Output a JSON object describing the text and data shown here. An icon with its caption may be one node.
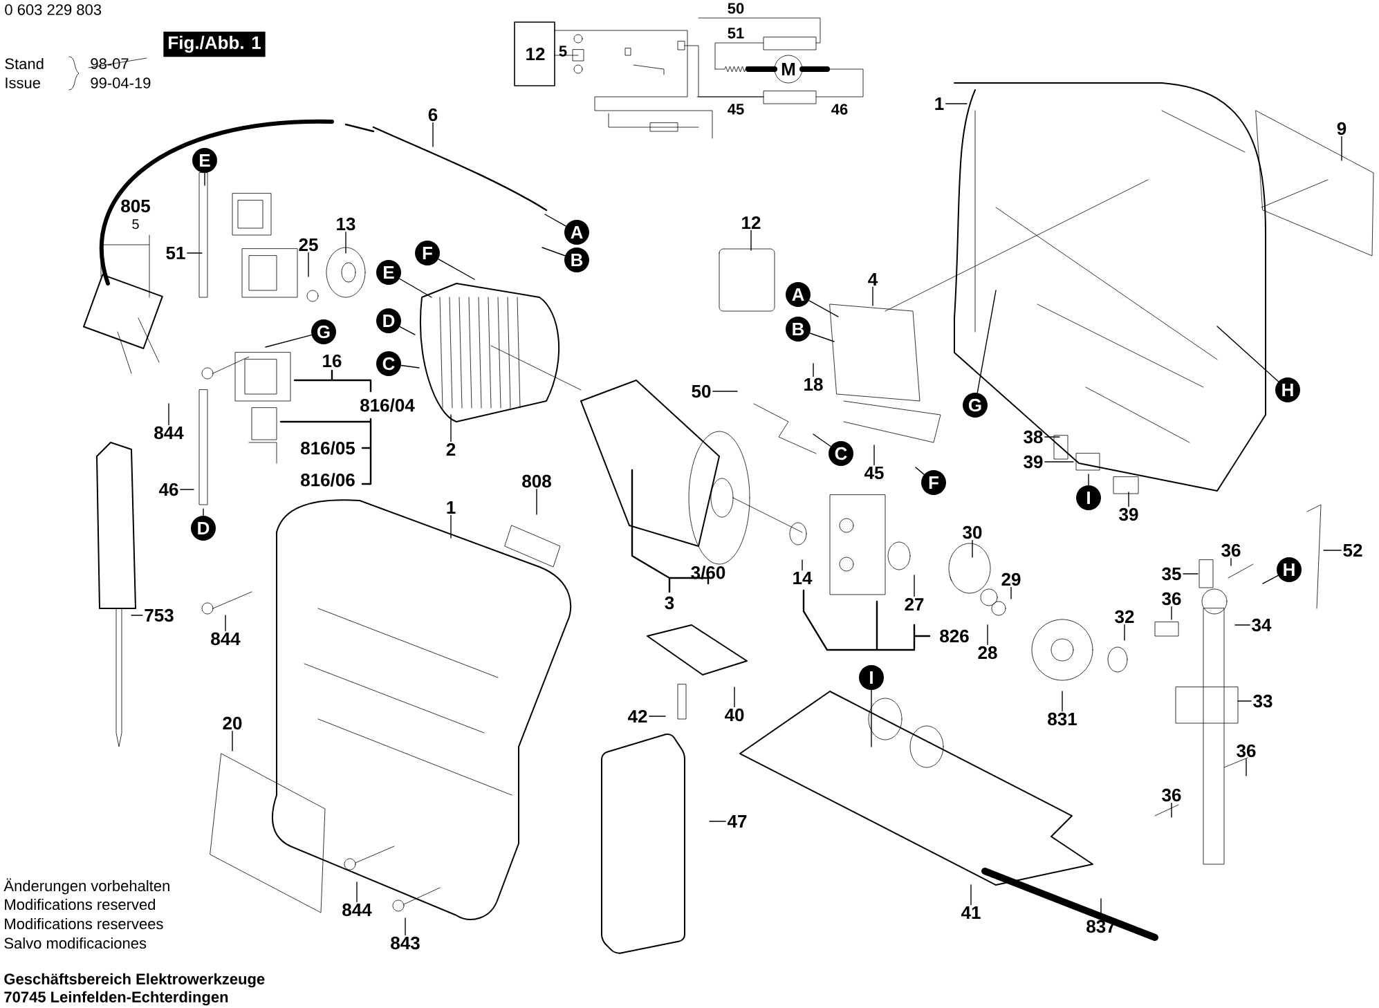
{
  "diagram": {
    "nodes": [
      {
        "text": [
          "Fig./Abb. 1"
        ]
      },
      {
        "text": [
          "12"
        ]
      },
      {
        "text": [
          "M"
        ]
      },
      {
        "text": [
          "6"
        ]
      },
      {
        "text": [
          "A"
        ]
      },
      {
        "text": [
          "B"
        ]
      },
      {
        "text": [
          "805",
          "5"
        ]
      },
      {
        "text": [
          "51"
        ]
      },
      {
        "text": [
          "E"
        ]
      },
      {
        "text": [
          "25"
        ]
      },
      {
        "text": [
          "13"
        ]
      },
      {
        "text": [
          "E"
        ]
      },
      {
        "text": [
          "F"
        ]
      },
      {
        "text": [
          "D"
        ]
      },
      {
        "text": [
          "C"
        ]
      },
      {
        "text": [
          "G"
        ]
      },
      {
        "text": [
          "16"
        ]
      },
      {
        "text": [
          "816/04"
        ]
      },
      {
        "text": [
          "816/05"
        ]
      },
      {
        "text": [
          "816/06"
        ]
      },
      {
        "text": [
          "844"
        ]
      },
      {
        "text": [
          "46"
        ]
      },
      {
        "text": [
          "D"
        ]
      },
      {
        "text": [
          "2"
        ]
      },
      {
        "text": [
          "808"
        ]
      },
      {
        "text": [
          "1"
        ]
      },
      {
        "text": [
          "753"
        ]
      },
      {
        "text": [
          "844"
        ]
      },
      {
        "text": [
          "20"
        ]
      },
      {
        "text": [
          "844"
        ]
      },
      {
        "text": [
          "843"
        ]
      },
      {
        "text": [
          "1"
        ]
      },
      {
        "text": [
          "9"
        ]
      },
      {
        "text": [
          "12"
        ]
      },
      {
        "text": [
          "4"
        ]
      },
      {
        "text": [
          "A"
        ]
      },
      {
        "text": [
          "B"
        ]
      },
      {
        "text": [
          "18"
        ]
      },
      {
        "text": [
          "50"
        ]
      },
      {
        "text": [
          "G"
        ]
      },
      {
        "text": [
          "H"
        ]
      },
      {
        "text": [
          "C"
        ]
      },
      {
        "text": [
          "45"
        ]
      },
      {
        "text": [
          "F"
        ]
      },
      {
        "text": [
          "38"
        ]
      },
      {
        "text": [
          "39"
        ]
      },
      {
        "text": [
          "I"
        ]
      },
      {
        "text": [
          "39"
        ]
      },
      {
        "text": [
          "52"
        ]
      },
      {
        "text": [
          "30"
        ]
      },
      {
        "text": [
          "29"
        ]
      },
      {
        "text": [
          "35"
        ]
      },
      {
        "text": [
          "36"
        ]
      },
      {
        "text": [
          "H"
        ]
      },
      {
        "text": [
          "36"
        ]
      },
      {
        "text": [
          "34"
        ]
      },
      {
        "text": [
          "3/60"
        ]
      },
      {
        "text": [
          "3"
        ]
      },
      {
        "text": [
          "14"
        ]
      },
      {
        "text": [
          "27"
        ]
      },
      {
        "text": [
          "826"
        ]
      },
      {
        "text": [
          "28"
        ]
      },
      {
        "text": [
          "32"
        ]
      },
      {
        "text": [
          "831"
        ]
      },
      {
        "text": [
          "33"
        ]
      },
      {
        "text": [
          "36"
        ]
      },
      {
        "text": [
          "36"
        ]
      },
      {
        "text": [
          "I"
        ]
      },
      {
        "text": [
          "40"
        ]
      },
      {
        "text": [
          "42"
        ]
      },
      {
        "text": [
          "47"
        ]
      },
      {
        "text": [
          "41"
        ]
      },
      {
        "text": [
          "837"
        ]
      }
    ],
    "edges": [
      {
        "from": 3,
        "to": null,
        "arrow": "none"
      },
      {
        "from": 4,
        "to": null,
        "arrow": "none"
      },
      {
        "from": 5,
        "to": null,
        "arrow": "none"
      },
      {
        "from": 7,
        "to": null,
        "arrow": "none"
      },
      {
        "from": 8,
        "to": null,
        "arrow": "none"
      },
      {
        "from": 9,
        "to": null,
        "arrow": "none"
      },
      {
        "from": 10,
        "to": null,
        "arrow": "none"
      },
      {
        "from": 11,
        "to": null,
        "arrow": "none"
      },
      {
        "from": 12,
        "to": null,
        "arrow": "none"
      },
      {
        "from": 13,
        "to": null,
        "arrow": "none"
      },
      {
        "from": 14,
        "to": null,
        "arrow": "none"
      },
      {
        "from": 15,
        "to": null,
        "arrow": "none"
      },
      {
        "from": 20,
        "to": null,
        "arrow": "none"
      },
      {
        "from": 21,
        "to": null,
        "arrow": "none"
      },
      {
        "from": 22,
        "to": null,
        "arrow": "none"
      },
      {
        "from": 23,
        "to": null,
        "arrow": "none"
      },
      {
        "from": 24,
        "to": null,
        "arrow": "none"
      },
      {
        "from": 25,
        "to": null,
        "arrow": "none"
      },
      {
        "from": 26,
        "to": null,
        "arrow": "none"
      },
      {
        "from": 27,
        "to": null,
        "arrow": "none"
      },
      {
        "from": 28,
        "to": null,
        "arrow": "none"
      },
      {
        "from": 29,
        "to": null,
        "arrow": "none"
      },
      {
        "from": 30,
        "to": null,
        "arrow": "none"
      },
      {
        "from": 31,
        "to": null,
        "arrow": "none"
      },
      {
        "from": 32,
        "to": null,
        "arrow": "none"
      },
      {
        "from": 33,
        "to": null,
        "arrow": "none"
      },
      {
        "from": 34,
        "to": null,
        "arrow": "none"
      },
      {
        "from": 35,
        "to": null,
        "arrow": "none"
      },
      {
        "from": 36,
        "to": null,
        "arrow": "none"
      },
      {
        "from": 37,
        "to": null,
        "arrow": "none"
      },
      {
        "from": 38,
        "to": null,
        "arrow": "none"
      },
      {
        "from": 39,
        "to": null,
        "arrow": "none"
      },
      {
        "from": 40,
        "to": null,
        "arrow": "none"
      },
      {
        "from": 41,
        "to": null,
        "arrow": "none"
      },
      {
        "from": 42,
        "to": null,
        "arrow": "none"
      },
      {
        "from": 43,
        "to": null,
        "arrow": "none"
      },
      {
        "from": 44,
        "to": null,
        "arrow": "none"
      },
      {
        "from": 45,
        "to": null,
        "arrow": "none"
      },
      {
        "from": 46,
        "to": null,
        "arrow": "none"
      },
      {
        "from": 47,
        "to": null,
        "arrow": "none"
      },
      {
        "from": 48,
        "to": null,
        "arrow": "none"
      },
      {
        "from": 49,
        "to": null,
        "arrow": "none"
      },
      {
        "from": 50,
        "to": null,
        "arrow": "none"
      },
      {
        "from": 51,
        "to": null,
        "arrow": "none"
      },
      {
        "from": 52,
        "to": null,
        "arrow": "none"
      },
      {
        "from": 53,
        "to": null,
        "arrow": "none"
      },
      {
        "from": 54,
        "to": null,
        "arrow": "none"
      },
      {
        "from": 55,
        "to": null,
        "arrow": "none"
      },
      {
        "from": 58,
        "to": null,
        "arrow": "none"
      },
      {
        "from": 59,
        "to": null,
        "arrow": "none"
      },
      {
        "from": 61,
        "to": null,
        "arrow": "none"
      },
      {
        "from": 62,
        "to": null,
        "arrow": "none"
      },
      {
        "from": 63,
        "to": null,
        "arrow": "none"
      },
      {
        "from": 64,
        "to": null,
        "arrow": "none"
      },
      {
        "from": 65,
        "to": null,
        "arrow": "none"
      },
      {
        "from": 66,
        "to": null,
        "arrow": "none"
      },
      {
        "from": 67,
        "to": null,
        "arrow": "none"
      },
      {
        "from": 68,
        "to": null,
        "arrow": "none"
      },
      {
        "from": 69,
        "to": null,
        "arrow": "none"
      },
      {
        "from": 70,
        "to": null,
        "arrow": "none"
      },
      {
        "from": 71,
        "to": null,
        "arrow": "none"
      },
      {
        "from": 72,
        "to": null,
        "arrow": "none"
      }
    ],
    "labels": [
      "0 603 229 803",
      "Stand",
      "Issue",
      "98-07",
      "99-04-19",
      "5",
      "50",
      "51",
      "45",
      "46",
      "Änderungen vorbehalten",
      "Modifications reserved",
      "Modifications reservees",
      "Salvo modificaciones",
      "Geschäftsbereich Elektrowerkzeuge",
      "70745 Leinfelden-Echterdingen"
    ]
  }
}
